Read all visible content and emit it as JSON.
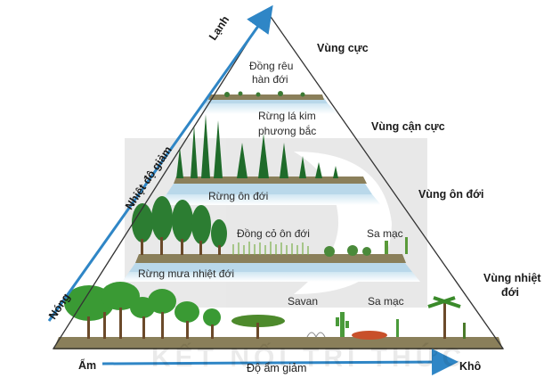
{
  "axes": {
    "temperature_label": "Nhiệt độ giảm",
    "cold_label": "Lạnh",
    "hot_label": "Nóng",
    "humidity_label": "Độ ẩm giảm",
    "wet_label": "Ẩm",
    "dry_label": "Khô"
  },
  "zones": {
    "polar": "Vùng cực",
    "subpolar": "Vùng cận cực",
    "temperate": "Vùng ôn đới",
    "tropical_line1": "Vùng nhiệt",
    "tropical_line2": "đới"
  },
  "biomes": {
    "tundra_line1": "Đồng rêu",
    "tundra_line2": "hàn đới",
    "taiga_line1": "Rừng lá kim",
    "taiga_line2": "phương bắc",
    "temperate_forest": "Rừng ôn đới",
    "temperate_grassland": "Đồng cỏ ôn đới",
    "temperate_desert": "Sa mạc",
    "rainforest": "Rừng mưa nhiệt đới",
    "savanna": "Savan",
    "tropical_desert": "Sa mạc"
  },
  "watermark": "KẾT NỐI TRI THỨC",
  "colors": {
    "arrow": "#2f86c6",
    "layer_band": "#b9d8ea",
    "ground": "#8a7f5a",
    "tree_dark": "#1f6b2a",
    "tree_light": "#4aa33a"
  }
}
